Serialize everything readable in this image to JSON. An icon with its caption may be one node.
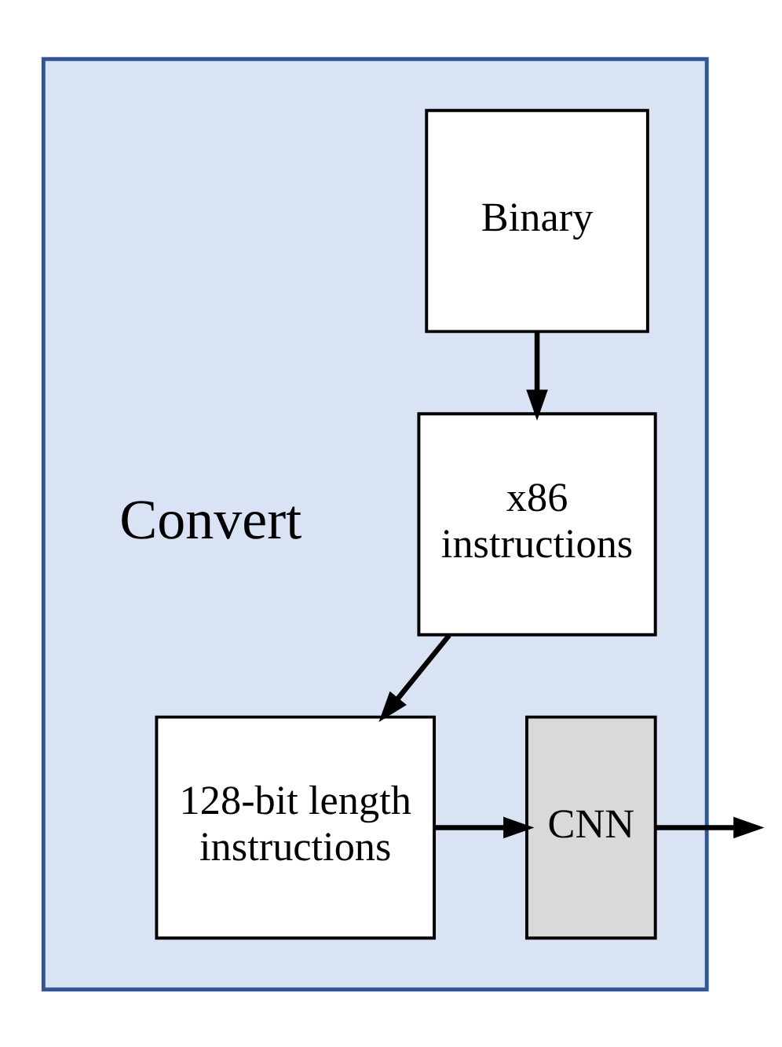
{
  "diagram": {
    "nodes": [
      {
        "text": [],
        "shape": "box"
      },
      {
        "text": [
          "Binary"
        ],
        "in": 0
      },
      {
        "text": [
          "x86 instructions"
        ],
        "in": 0
      },
      {
        "text": [
          "128-bit length instructions"
        ],
        "in": 0
      },
      {
        "text": [
          "CNN"
        ],
        "in": 0
      }
    ],
    "edges": [
      {
        "from": 1,
        "to": 2,
        "arrow": "to"
      },
      {
        "from": 2,
        "to": 3,
        "arrow": "to"
      },
      {
        "from": 3,
        "to": 4,
        "arrow": "to"
      },
      {
        "from": 4,
        "to": null,
        "arrow": "to"
      }
    ],
    "labels": [
      "Convert"
    ]
  }
}
